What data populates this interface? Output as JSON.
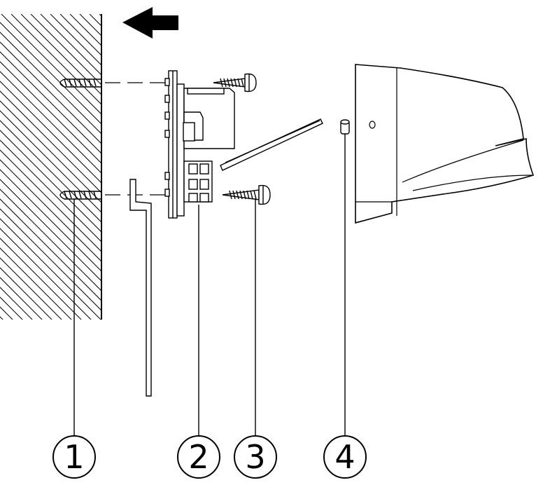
{
  "callouts": [
    {
      "label": "1",
      "part": "wall-plug"
    },
    {
      "label": "2",
      "part": "mounting-bracket"
    },
    {
      "label": "3",
      "part": "screw"
    },
    {
      "label": "4",
      "part": "locking-pin"
    }
  ],
  "icons": {
    "direction_arrow": "arrow-left-icon"
  },
  "colors": {
    "line": "#000000",
    "background": "#ffffff"
  }
}
